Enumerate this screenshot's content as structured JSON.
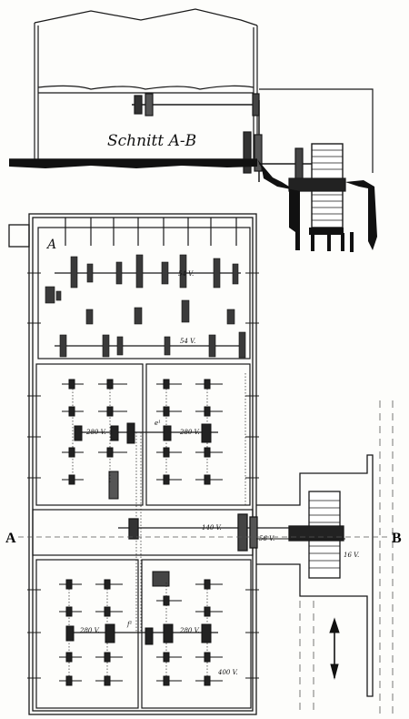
{
  "section": {
    "title": "Schnitt A-B",
    "cut_start": "A",
    "cut_end": "B"
  },
  "plan": {
    "room_label": "A",
    "rooms": {
      "upper_row": [
        "54 V.",
        "54 V."
      ],
      "middle_left": "280 V.",
      "middle_center": "e¹",
      "middle_right": "280 V.",
      "corridor": "140 V.",
      "engine_near": "56 V.",
      "engine_far": "16 V.",
      "lower_left": "280 V.",
      "lower_center": "f¹",
      "lower_right": "280 V.",
      "lower_corner": "400 V."
    }
  },
  "north_arrow": "north-arrow-icon",
  "colors": {
    "ink": "#1a1a1a",
    "paper": "#fdfdfb",
    "ground": "#111111"
  }
}
